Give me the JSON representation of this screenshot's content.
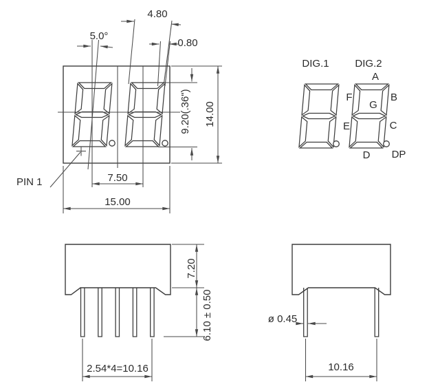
{
  "front_view": {
    "pin1_label": "PIN 1",
    "dims": {
      "digit_width": "4.80",
      "slant_angle": "5.0°",
      "segment_width": "0.80",
      "digit_height": "9.20(.36\")",
      "body_height": "14.00",
      "digit_pitch": "7.50",
      "body_width": "15.00"
    }
  },
  "segment_diagram": {
    "digit1_label": "DIG.1",
    "digit2_label": "DIG.2",
    "segments": {
      "a": "A",
      "b": "B",
      "c": "C",
      "d": "D",
      "e": "E",
      "f": "F",
      "g": "G",
      "dp": "DP"
    }
  },
  "side_view": {
    "dims": {
      "body_thickness": "7.20",
      "lead_length": "6.10 ± 0.50",
      "lead_pitch": "2.54*4=10.16"
    }
  },
  "end_view": {
    "dims": {
      "lead_diameter": "ø 0.45",
      "outer_lead_span": "10.16"
    }
  },
  "colors": {
    "line": "#3d3d3d",
    "text": "#2b2b2b",
    "background": "#ffffff"
  }
}
